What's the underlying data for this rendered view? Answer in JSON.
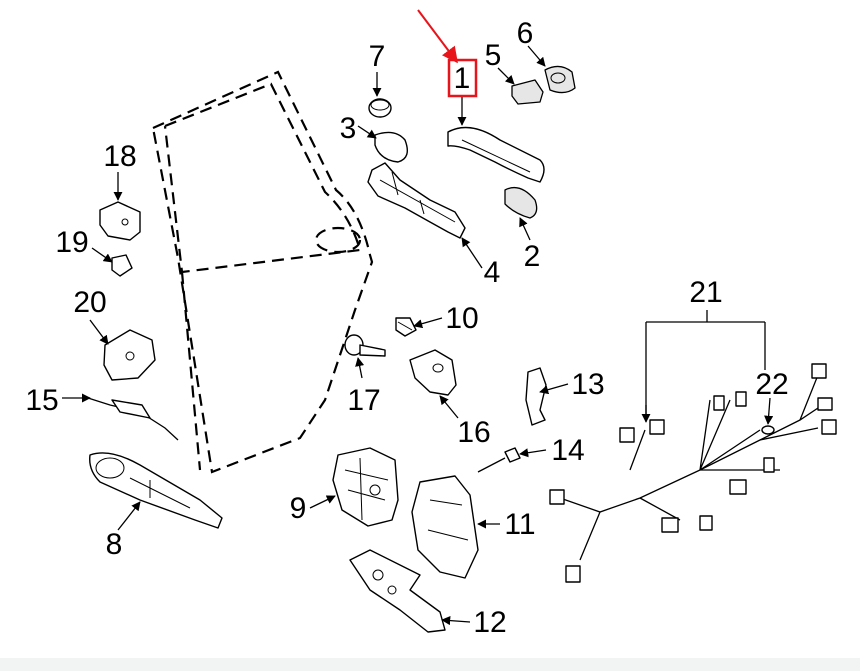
{
  "callouts": {
    "c1": "1",
    "c2": "2",
    "c3": "3",
    "c4": "4",
    "c5": "5",
    "c6": "6",
    "c7": "7",
    "c8": "8",
    "c9": "9",
    "c10": "10",
    "c11": "11",
    "c12": "12",
    "c13": "13",
    "c14": "14",
    "c15": "15",
    "c16": "16",
    "c17": "17",
    "c18": "18",
    "c19": "19",
    "c20": "20",
    "c21": "21",
    "c22": "22"
  },
  "highlight": {
    "callout": "1",
    "color": "#e8141c"
  }
}
